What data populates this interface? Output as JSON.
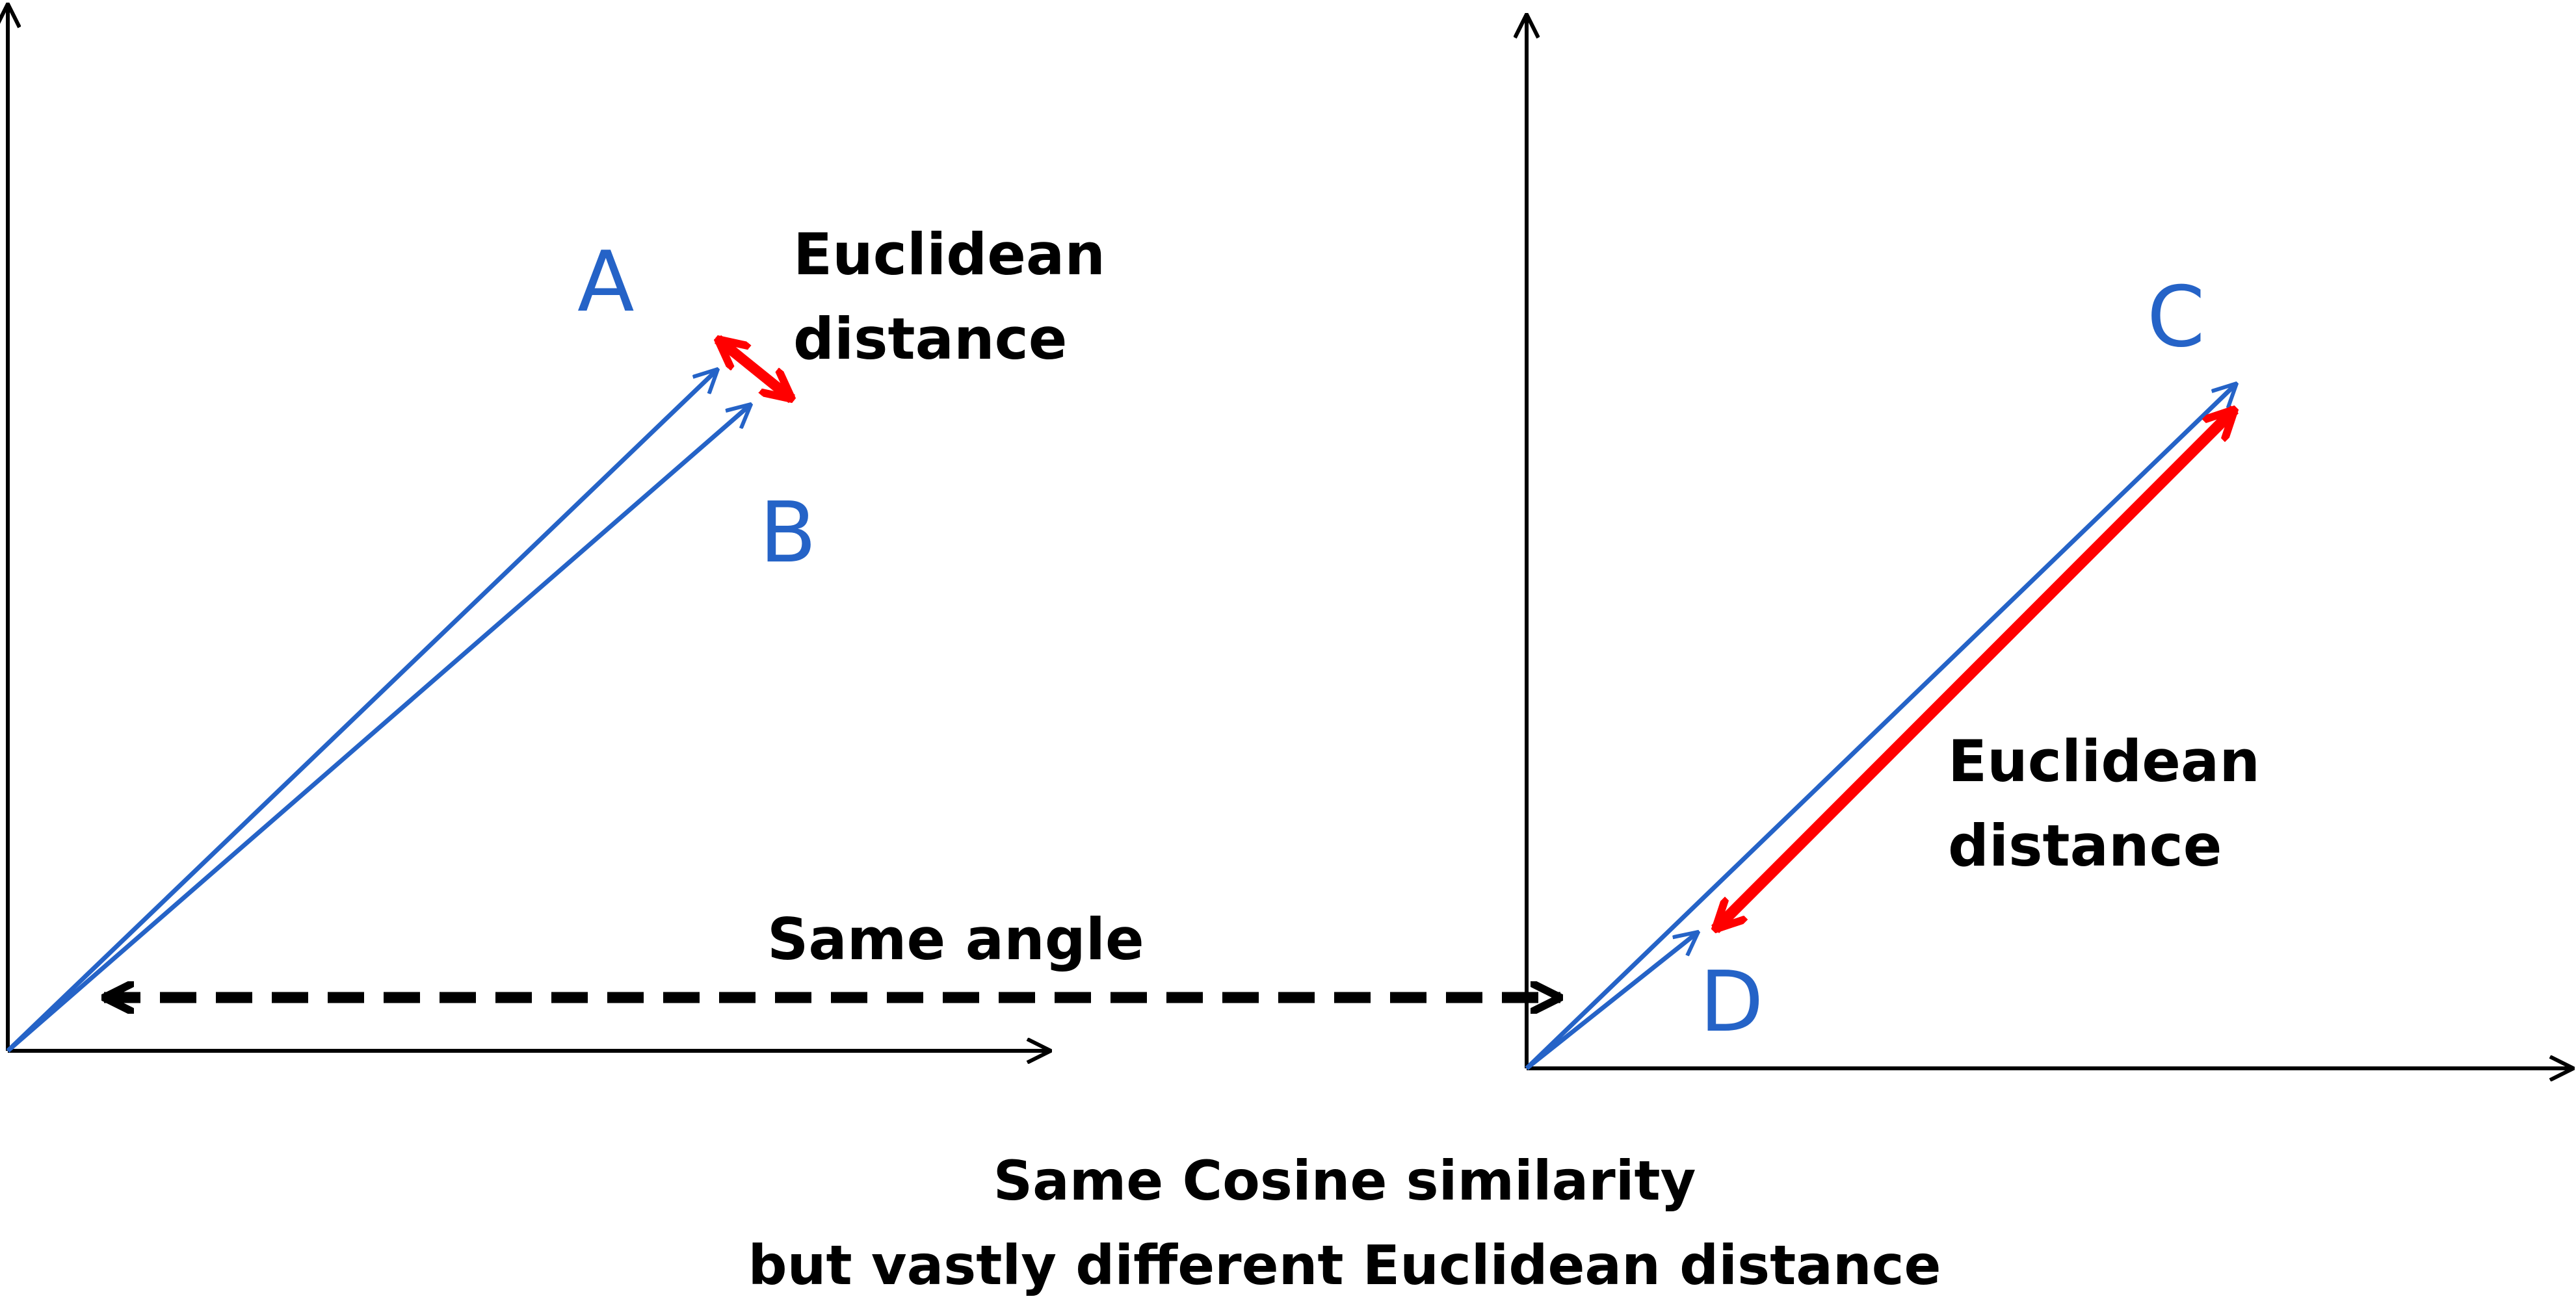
{
  "colors": {
    "vector": "#2563c7",
    "distance": "#ff0000",
    "axis": "#000000",
    "text": "#000000"
  },
  "left_plot": {
    "vector_a_label": "A",
    "vector_b_label": "B",
    "distance_label_line1": "Euclidean",
    "distance_label_line2": "distance"
  },
  "right_plot": {
    "vector_c_label": "C",
    "vector_d_label": "D",
    "distance_label_line1": "Euclidean",
    "distance_label_line2": "distance"
  },
  "angle_label": "Same angle",
  "caption": {
    "line1": "Same Cosine similarity",
    "line2": "but vastly different Euclidean distance"
  }
}
